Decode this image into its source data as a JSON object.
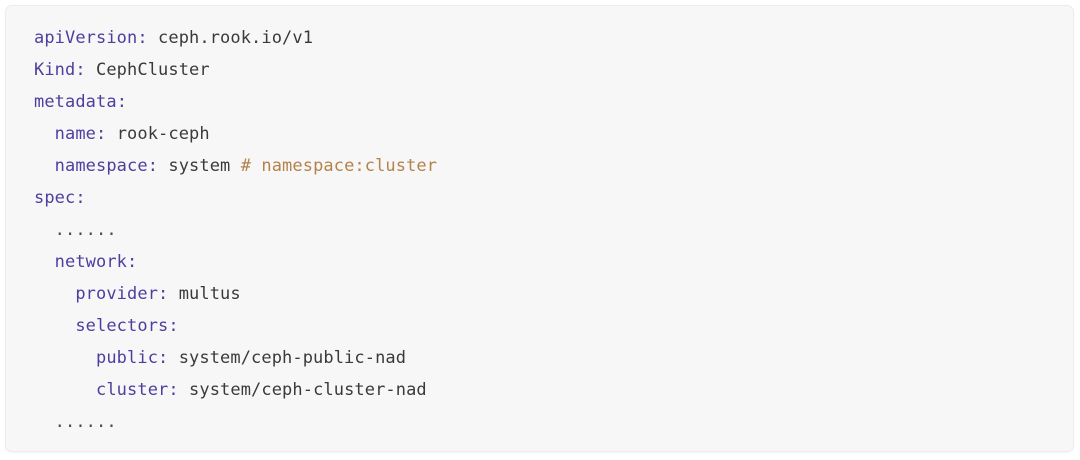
{
  "code_block": {
    "language": "yaml",
    "background_color": "#f7f7f8",
    "key_color": "#4c3f9e",
    "value_color": "#3a3a3c",
    "comment_color": "#b5824a",
    "lines": [
      {
        "indent": 0,
        "key": "apiVersion",
        "sep": ": ",
        "value": "ceph.rook.io/v1",
        "comment": ""
      },
      {
        "indent": 0,
        "key": "Kind",
        "sep": ": ",
        "value": "CephCluster",
        "comment": ""
      },
      {
        "indent": 0,
        "key": "metadata",
        "sep": ":",
        "value": "",
        "comment": ""
      },
      {
        "indent": 2,
        "key": "name",
        "sep": ": ",
        "value": "rook-ceph",
        "comment": ""
      },
      {
        "indent": 2,
        "key": "namespace",
        "sep": ": ",
        "value": "system ",
        "comment": "# namespace:cluster"
      },
      {
        "indent": 0,
        "key": "spec",
        "sep": ":",
        "value": "",
        "comment": ""
      },
      {
        "indent": 2,
        "ellipsis": "......"
      },
      {
        "indent": 2,
        "key": "network",
        "sep": ":",
        "value": "",
        "comment": ""
      },
      {
        "indent": 4,
        "key": "provider",
        "sep": ": ",
        "value": "multus",
        "comment": ""
      },
      {
        "indent": 4,
        "key": "selectors",
        "sep": ":",
        "value": "",
        "comment": ""
      },
      {
        "indent": 6,
        "key": "public",
        "sep": ": ",
        "value": "system/ceph-public-nad",
        "comment": ""
      },
      {
        "indent": 6,
        "key": "cluster",
        "sep": ": ",
        "value": "system/ceph-cluster-nad",
        "comment": ""
      },
      {
        "indent": 2,
        "ellipsis": "......"
      }
    ]
  }
}
